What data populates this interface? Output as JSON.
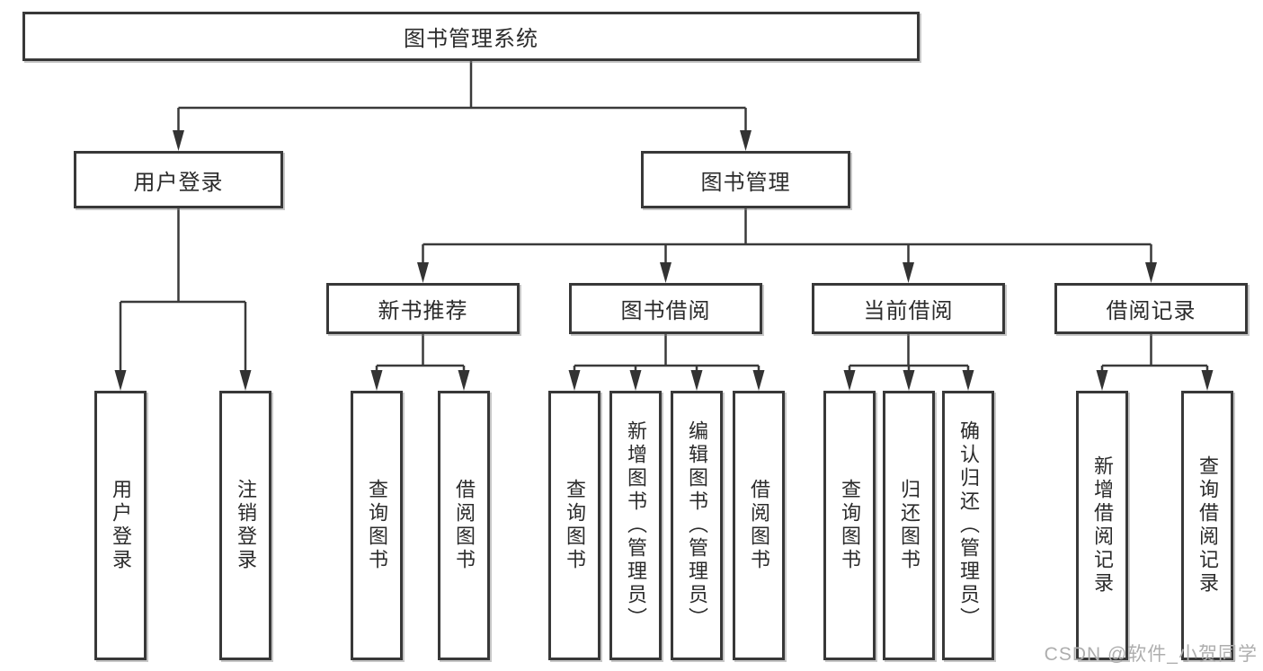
{
  "diagram": {
    "title": "图书管理系统",
    "type": "tree-structure-chart"
  },
  "nodes": {
    "root": "图书管理系统",
    "user_login": "用户登录",
    "book_mgmt": "图书管理",
    "new_book_rec": "新书推荐",
    "book_borrow": "图书借阅",
    "current_borrow": "当前借阅",
    "borrow_record": "借阅记录",
    "leaf_user_login": "用户登录",
    "leaf_logout": "注销登录",
    "rec_query_book": "查询图书",
    "rec_borrow_book": "借阅图书",
    "bb_query_book": "查询图书",
    "bb_add_book": "新增图书（管理员）",
    "bb_edit_book": "编辑图书（管理员）",
    "bb_borrow_book": "借阅图书",
    "cb_query_book": "查询图书",
    "cb_return_book": "归还图书",
    "cb_confirm_return": "确认归还（管理员）",
    "rc_add_record": "新增借阅记录",
    "rc_query_record": "查询借阅记录"
  },
  "watermark": {
    "text": "CSDN @软件_小贺同学"
  },
  "colors": {
    "line": "#3a3a3a",
    "box_border": "#383838",
    "text": "#2b2b2b",
    "watermark": "#aeaeae",
    "background": "#ffffff"
  }
}
